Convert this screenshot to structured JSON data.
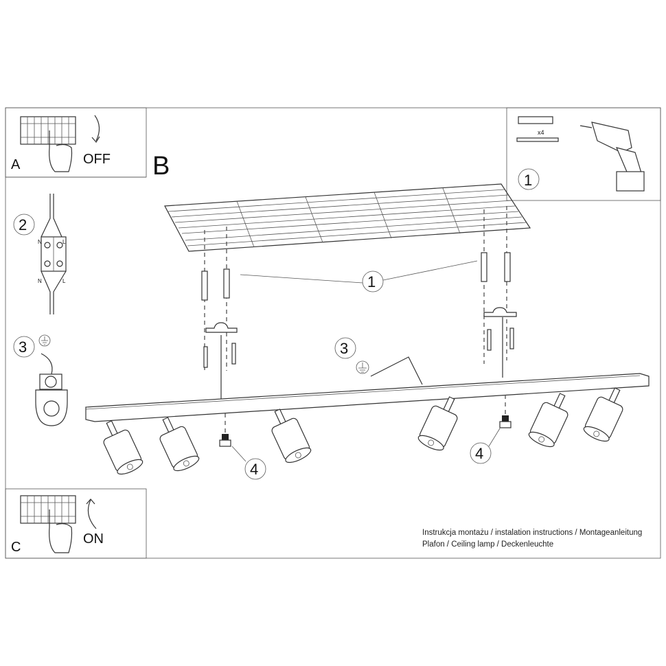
{
  "steps": {
    "a": {
      "letter": "A",
      "label": "OFF"
    },
    "b": {
      "letter": "B"
    },
    "c": {
      "letter": "C",
      "label": "ON"
    }
  },
  "tools": {
    "number": "1",
    "quantity": "x4"
  },
  "wiring": {
    "number": "2",
    "top_left": "N",
    "top_right": "L",
    "bottom_left": "N",
    "bottom_right": "L"
  },
  "ground": {
    "number": "3"
  },
  "callouts": {
    "mount_number": "1",
    "ground_number": "3",
    "screw_left": "4",
    "screw_right": "4"
  },
  "caption": {
    "line1": "Instrukcja montażu / instalation instructions / Montageanleitung",
    "line2": "Plafon / Ceiling lamp / Deckenleuchte"
  }
}
